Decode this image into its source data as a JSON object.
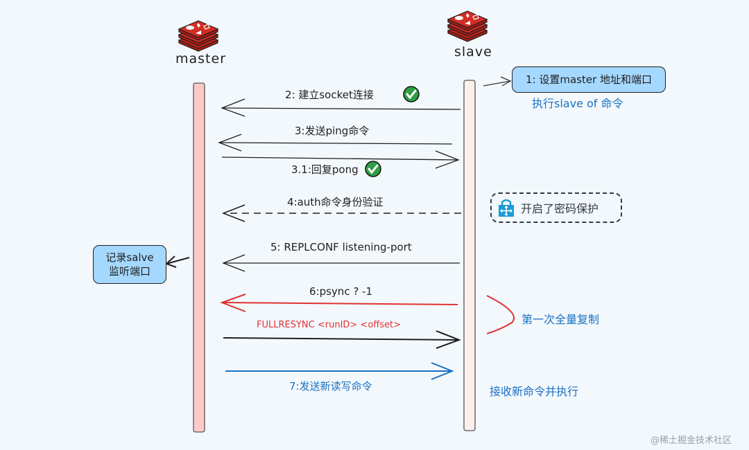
{
  "actors": {
    "master": {
      "label": "master",
      "icon": "redis-logo-icon"
    },
    "slave": {
      "label": "slave",
      "icon": "redis-logo-icon"
    }
  },
  "notes": {
    "step1": "1: 设置master 地址和端口",
    "step1_caption": "执行slave of 命令",
    "password": "开启了密码保护",
    "record_line1": "记录salve",
    "record_line2": "监听端口",
    "full_copy": "第一次全量复制",
    "receive": "接收新命令并执行"
  },
  "messages": [
    {
      "label": "2: 建立socket连接",
      "direction": "slave-to-master",
      "style": "solid",
      "color": "#1e1e1e",
      "check": true
    },
    {
      "label": "3:发送ping命令",
      "direction": "slave-to-master",
      "style": "solid",
      "color": "#1e1e1e",
      "check": false
    },
    {
      "label": "3.1:回复pong",
      "direction": "master-to-slave",
      "style": "solid",
      "color": "#1e1e1e",
      "check": true
    },
    {
      "label": "4:auth命令身份验证",
      "direction": "slave-to-master",
      "style": "dashed",
      "color": "#1e1e1e",
      "check": false
    },
    {
      "label": "5: REPLCONF listening-port",
      "direction": "slave-to-master",
      "style": "solid",
      "color": "#1e1e1e",
      "check": false
    },
    {
      "label": "6:psync  ?  -1",
      "direction": "slave-to-master",
      "style": "solid",
      "color": "#e03131",
      "check": false
    },
    {
      "label": "FULLRESYNC <runID> <offset>",
      "direction": "master-to-slave",
      "style": "solid",
      "color": "#1e1e1e",
      "check": false
    },
    {
      "label": "7:发送新读写命令",
      "direction": "master-to-slave",
      "style": "solid",
      "color": "#1971c2",
      "check": false
    }
  ],
  "colors": {
    "background": "#f3f8fd",
    "master_lifeline": "#ffc9c9",
    "slave_lifeline": "#fbf0ee",
    "note_fill": "#a5d8ff",
    "accent_blue": "#1971c2",
    "accent_red": "#e03131",
    "check_green": "#2f9e44",
    "redis_red": "#d12d24"
  },
  "watermark": "@稀土掘金技术社区"
}
